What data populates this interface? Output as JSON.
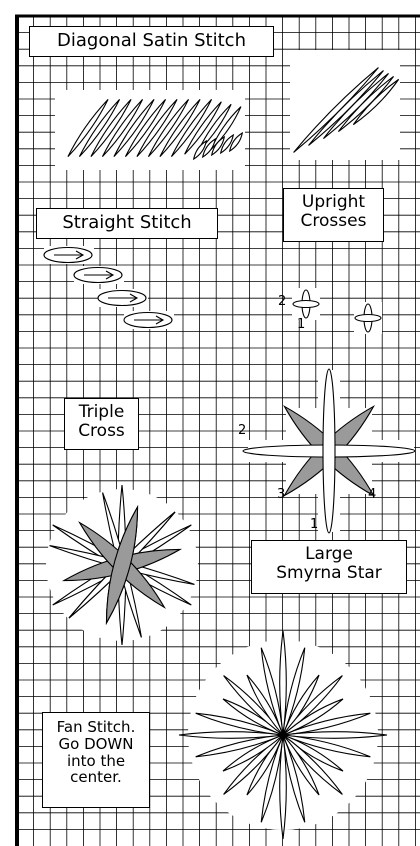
{
  "labels": {
    "diagonal_satin": "Diagonal Satin Stitch",
    "straight": "Straight Stitch",
    "upright_l1": "Upright",
    "upright_l2": "Crosses",
    "triple_l1": "Triple",
    "triple_l2": "Cross",
    "smyrna_l1": "Large",
    "smyrna_l2": "Smyrna Star",
    "fan_l1": "Fan Stitch.",
    "fan_l2": "Go DOWN",
    "fan_l3": "into the",
    "fan_l4": "center."
  },
  "step_numbers": {
    "upright_1": "1",
    "upright_2": "2",
    "smyrna_1": "1",
    "smyrna_2": "2",
    "smyrna_3": "3",
    "smyrna_4": "4"
  },
  "colors": {
    "grid_line": "#000000",
    "stitch_fill_gray": "#9a9a9a",
    "stitch_fill_white": "#ffffff"
  }
}
